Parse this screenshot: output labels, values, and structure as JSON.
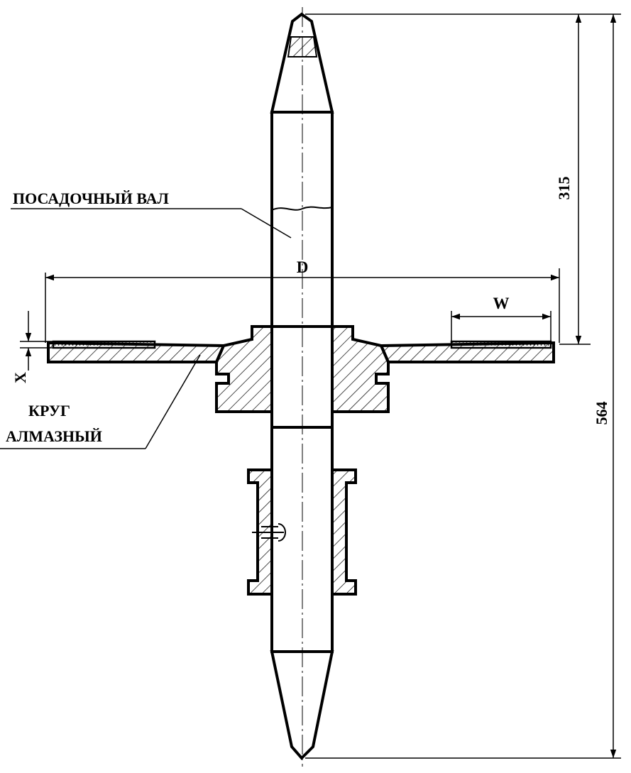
{
  "labels": {
    "shaft": "ПОСАДОЧНЫЙ ВАЛ",
    "wheel_line1": "КРУГ",
    "wheel_line2": "АЛМАЗНЫЙ",
    "diameter": "D",
    "width": "W",
    "x_dim": "X",
    "dim_315": "315",
    "dim_564": "564"
  },
  "colors": {
    "ink": "#000000",
    "paper": "#ffffff"
  }
}
